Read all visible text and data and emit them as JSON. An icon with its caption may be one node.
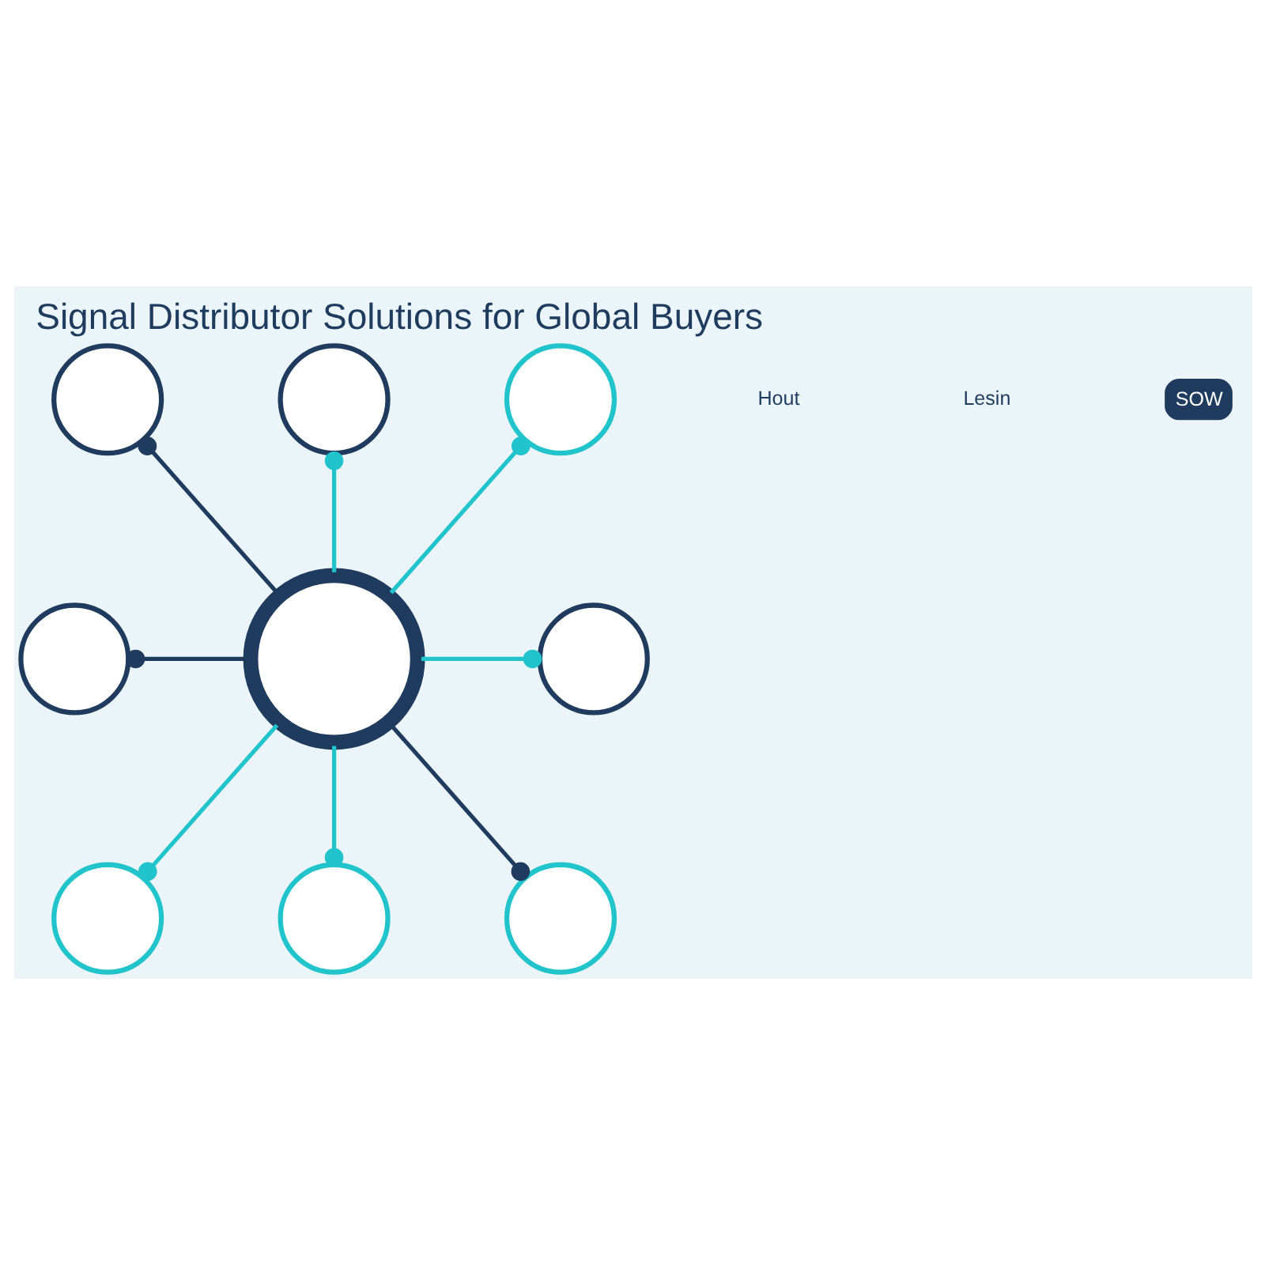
{
  "diagram": {
    "title": "Signal Distributor Solutions for Global Buyers",
    "nodes": [
      {
        "text": [],
        "shape": "circle"
      },
      {
        "text": [],
        "shape": "circle"
      },
      {
        "text": [],
        "shape": "circle"
      },
      {
        "text": [],
        "shape": "circle"
      },
      {
        "text": [],
        "shape": "circle"
      },
      {
        "text": [],
        "shape": "circle"
      },
      {
        "text": [],
        "shape": "circle"
      },
      {
        "text": [],
        "shape": "circle"
      },
      {
        "text": [],
        "shape": "circle"
      }
    ],
    "edges": [
      {
        "from": 0,
        "to": 1,
        "arrow": "other"
      },
      {
        "from": 0,
        "to": 2,
        "arrow": "other"
      },
      {
        "from": 0,
        "to": 3,
        "arrow": "other"
      },
      {
        "from": 0,
        "to": 4,
        "arrow": "other",
        "color": "#1f3b5e"
      },
      {
        "from": 0,
        "to": 5,
        "arrow": "other"
      },
      {
        "from": 0,
        "to": 6,
        "arrow": "other"
      },
      {
        "from": 0,
        "to": 7,
        "arrow": "other",
        "color": "#1f3b5e"
      },
      {
        "from": 0,
        "to": 8,
        "arrow": "other",
        "color": "#1f3b5e"
      }
    ],
    "labels": [
      "Hout",
      "Lesin",
      "SOW"
    ]
  }
}
